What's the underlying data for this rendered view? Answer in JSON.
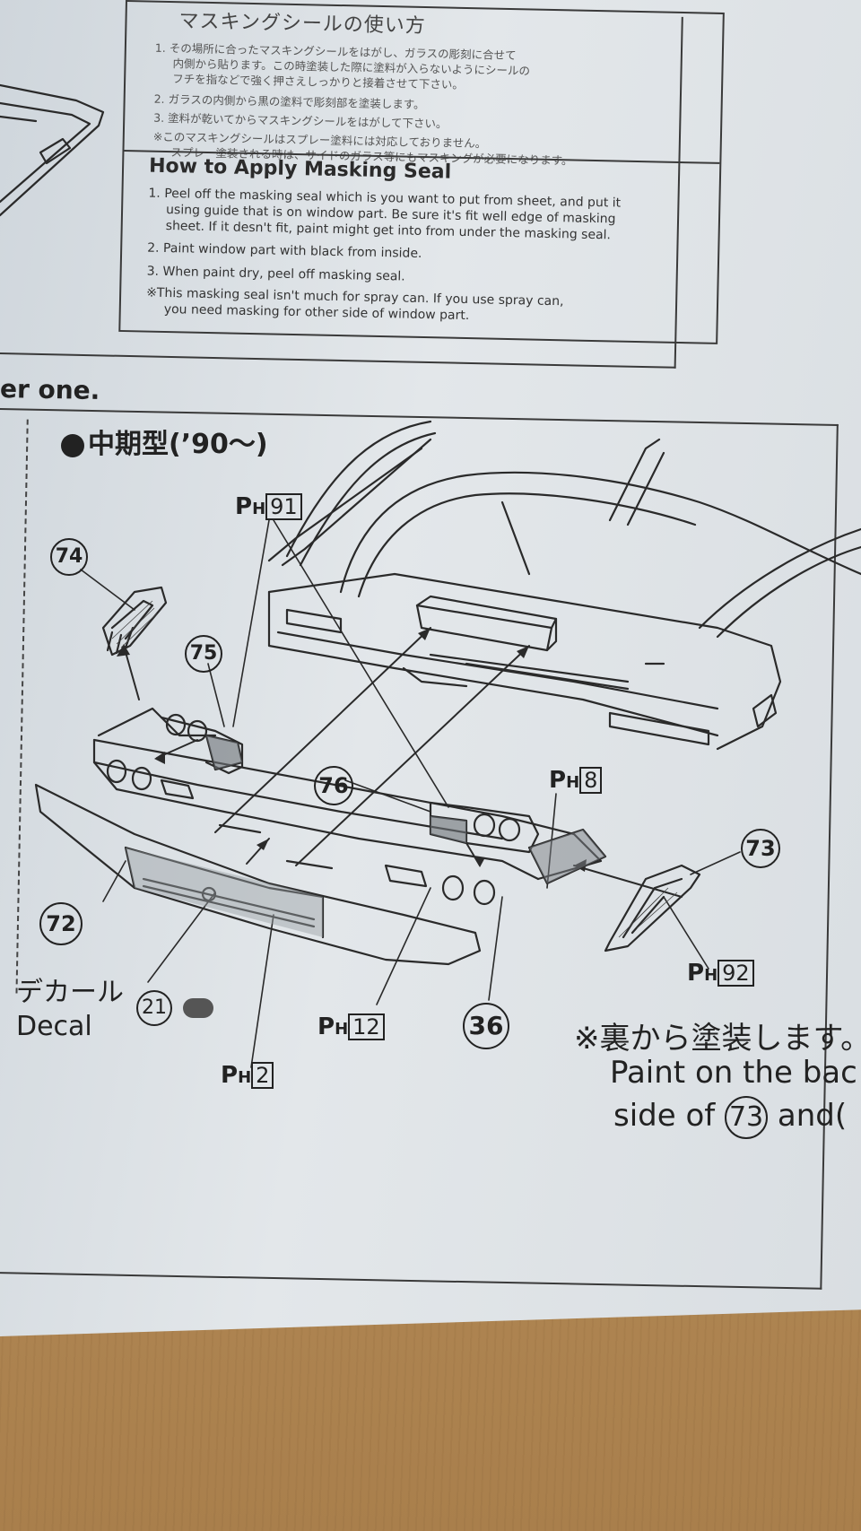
{
  "masking": {
    "jp_title": "マスキングシールの使い方",
    "jp_lines": [
      "1. その場所に合ったマスキングシールをはがし、ガラスの彫刻に合せて",
      "内側から貼ります。この時塗装した際に塗料が入らないようにシールの",
      "フチを指などで強く押さえしっかりと接着させて下さい。",
      "2. ガラスの内側から黒の塗料で彫刻部を塗装します。",
      "3. 塗料が乾いてからマスキングシールをはがして下さい。",
      "※このマスキングシールはスプレー塗料には対応しておりません。",
      "スプレー塗装される時は、サイドのガラス等にもマスキングが必要になります。"
    ],
    "en_title": "How to Apply Masking Seal",
    "en_lines": [
      "1. Peel off the masking seal which is you want to put from sheet, and put it",
      "using guide that is on window part. Be sure it's fit well edge of masking",
      "sheet. If it desn't fit, paint might get into from under the masking seal.",
      "2. Paint window part with black from inside.",
      "3. When paint dry, peel off masking seal.",
      "※This masking seal isn't much for spray can. If you use spray can,",
      "you need masking for other side of window part."
    ]
  },
  "fragment_text": "er one.",
  "section": {
    "title": "中期型(’90〜)"
  },
  "parts": {
    "p74": "74",
    "p75": "75",
    "p76": "76",
    "p73": "73",
    "p72": "72",
    "p36": "36",
    "p21": "21"
  },
  "paint_refs": {
    "ph_prefix": "P",
    "ph_sub": "H",
    "ph91": "91",
    "ph8": "8",
    "ph92": "92",
    "ph12": "12",
    "ph2": "2"
  },
  "decal": {
    "jp": "デカール",
    "en": "Decal"
  },
  "note": {
    "jp": "※裏から塗装します。",
    "en_line1": "Paint on the bac",
    "en_line2_pre": "side of",
    "en_line2_num": "73",
    "en_line2_post": "and("
  }
}
